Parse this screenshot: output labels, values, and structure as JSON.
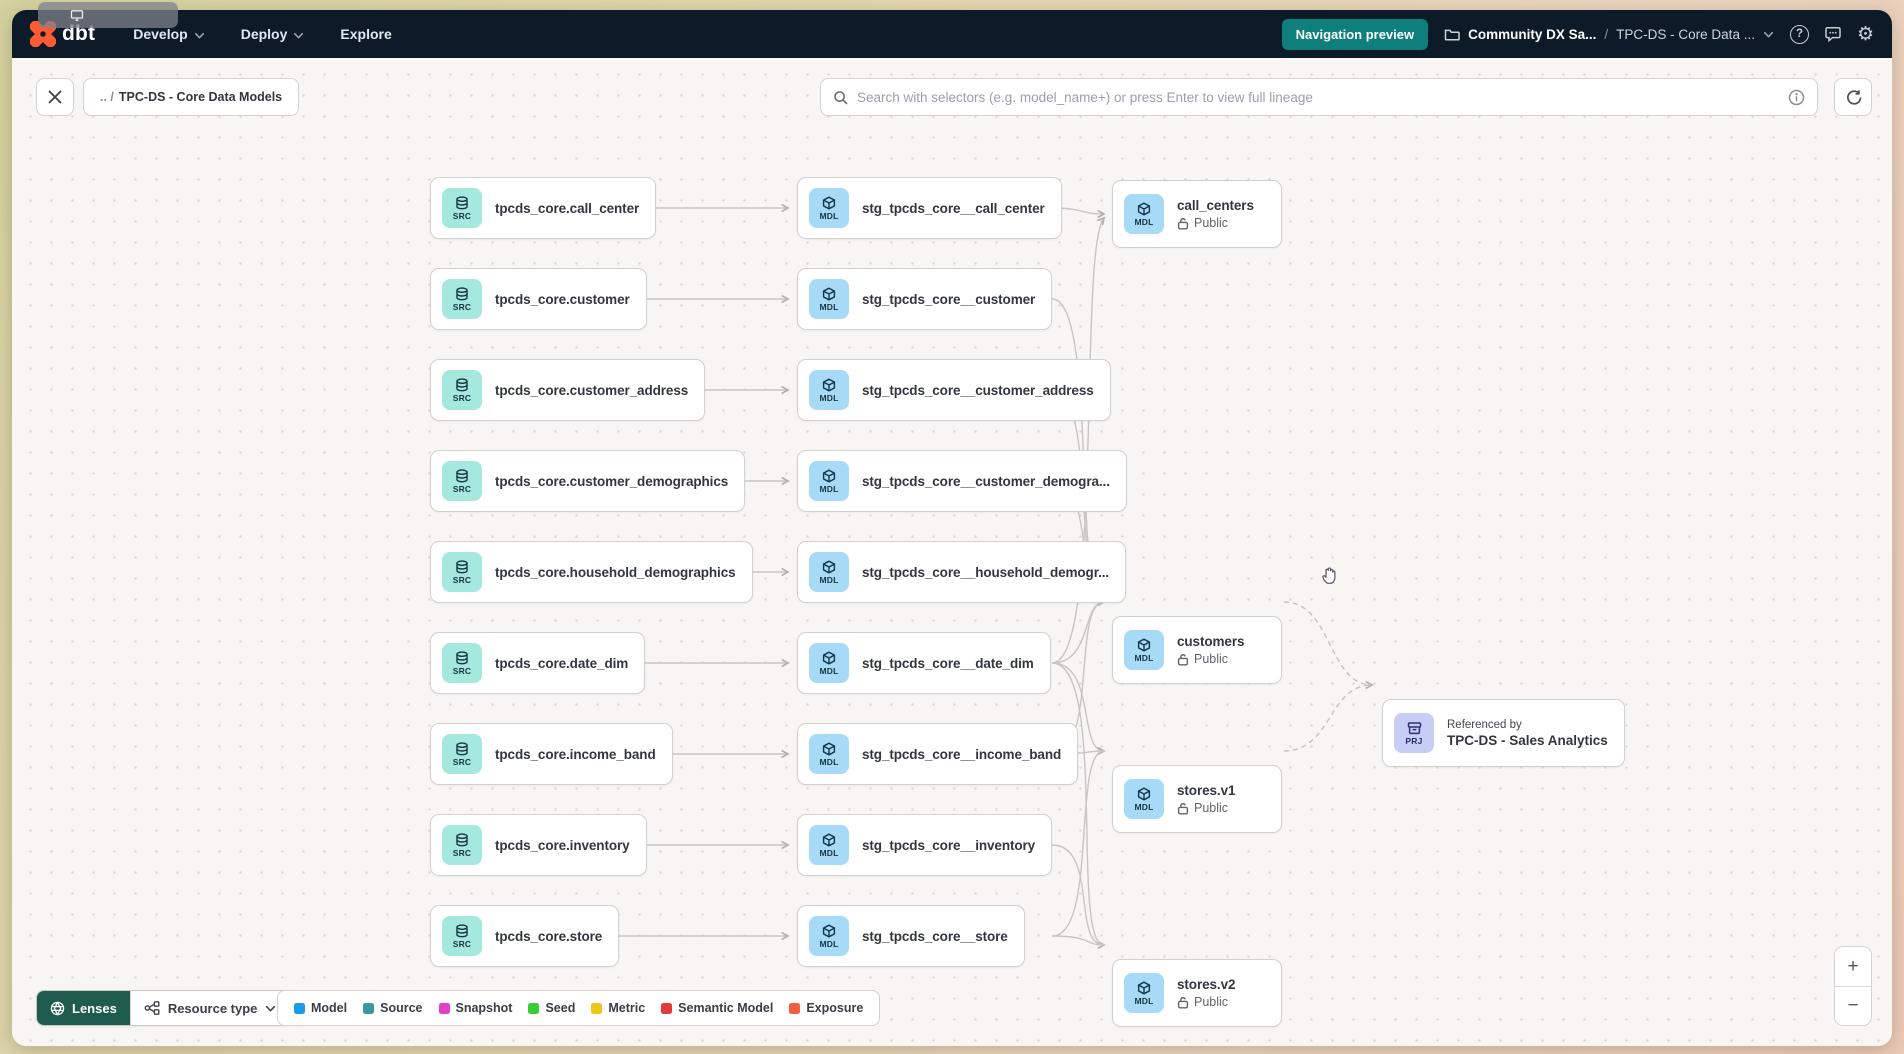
{
  "navbar": {
    "brand": "dbt",
    "menus": [
      {
        "label": "Develop"
      },
      {
        "label": "Deploy"
      },
      {
        "label": "Explore"
      }
    ],
    "navigation_preview_label": "Navigation preview",
    "breadcrumb": {
      "account": "Community DX Sa...",
      "separator": "/",
      "project": "TPC-DS - Core Data ..."
    },
    "help_glyph": "?",
    "gear_glyph": "⚙"
  },
  "toolbar": {
    "breadcrumb_prefix": ".. /",
    "breadcrumb_current": "TPC-DS - Core Data Models",
    "search_placeholder": "Search with selectors (e.g. model_name+) or press Enter to view full lineage"
  },
  "badges": {
    "source": "SRC",
    "model": "MDL",
    "project": "PRJ"
  },
  "graph": {
    "sources": [
      {
        "label": "tpcds_core.call_center"
      },
      {
        "label": "tpcds_core.customer"
      },
      {
        "label": "tpcds_core.customer_address"
      },
      {
        "label": "tpcds_core.customer_demographics"
      },
      {
        "label": "tpcds_core.household_demographics"
      },
      {
        "label": "tpcds_core.date_dim"
      },
      {
        "label": "tpcds_core.income_band"
      },
      {
        "label": "tpcds_core.inventory"
      },
      {
        "label": "tpcds_core.store"
      }
    ],
    "staging": [
      {
        "label": "stg_tpcds_core__call_center"
      },
      {
        "label": "stg_tpcds_core__customer"
      },
      {
        "label": "stg_tpcds_core__customer_address"
      },
      {
        "label": "stg_tpcds_core__customer_demogra..."
      },
      {
        "label": "stg_tpcds_core__household_demogr..."
      },
      {
        "label": "stg_tpcds_core__date_dim"
      },
      {
        "label": "stg_tpcds_core__income_band"
      },
      {
        "label": "stg_tpcds_core__inventory"
      },
      {
        "label": "stg_tpcds_core__store"
      }
    ],
    "public_models": [
      {
        "name": "call_centers",
        "access": "Public"
      },
      {
        "name": "customers",
        "access": "Public"
      },
      {
        "name": "stores.v1",
        "access": "Public"
      },
      {
        "name": "stores.v2",
        "access": "Public"
      }
    ],
    "referenced": {
      "caption": "Referenced by",
      "project": "TPC-DS - Sales Analytics"
    }
  },
  "footer": {
    "lenses_label": "Lenses",
    "resource_type_label": "Resource type",
    "legend": [
      {
        "label": "Model",
        "color": "#1d9bea"
      },
      {
        "label": "Source",
        "color": "#3a9a98"
      },
      {
        "label": "Snapshot",
        "color": "#e13fc4"
      },
      {
        "label": "Seed",
        "color": "#3ccc38"
      },
      {
        "label": "Metric",
        "color": "#eec71d"
      },
      {
        "label": "Semantic Model",
        "color": "#e13b3b"
      },
      {
        "label": "Exposure",
        "color": "#f0603e"
      }
    ],
    "zoom_in": "+",
    "zoom_out": "−"
  },
  "colors": {
    "navbar_bg": "#0d1b28",
    "accent_teal_button": "#0e7f7a",
    "brand_orange": "#ff5c35",
    "source_badge_bg": "#a5e9de",
    "model_badge_bg": "#a6daf6",
    "project_badge_bg": "#c7cdf4",
    "lenses_button_bg": "#1f5b4e"
  }
}
